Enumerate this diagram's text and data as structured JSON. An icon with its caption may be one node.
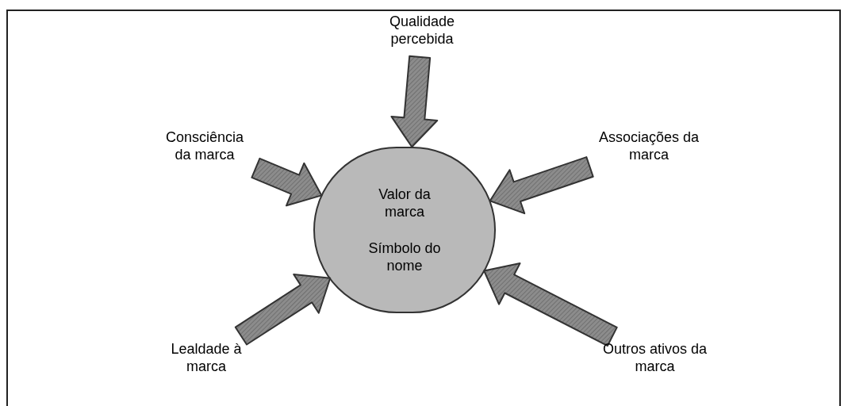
{
  "diagram": {
    "nodes": [
      {
        "text": [
          "Valor da marca",
          "Símbolo do nome"
        ]
      },
      {
        "text": [
          "Qualidade percebida"
        ]
      },
      {
        "text": [
          "Consciência da marca"
        ]
      },
      {
        "text": [
          "Associações da marca"
        ]
      },
      {
        "text": [
          "Lealdade à marca"
        ]
      },
      {
        "text": [
          "Outros ativos da marca"
        ]
      }
    ],
    "edges": [
      {
        "from": 1,
        "to": 0,
        "arrow": "to",
        "style": "thick"
      },
      {
        "from": 2,
        "to": 0,
        "arrow": "to",
        "style": "thick"
      },
      {
        "from": 3,
        "to": 0,
        "arrow": "to",
        "style": "thick"
      },
      {
        "from": 4,
        "to": 0,
        "arrow": "to",
        "style": "thick"
      },
      {
        "from": 5,
        "to": 0,
        "arrow": "to",
        "style": "thick"
      }
    ]
  }
}
